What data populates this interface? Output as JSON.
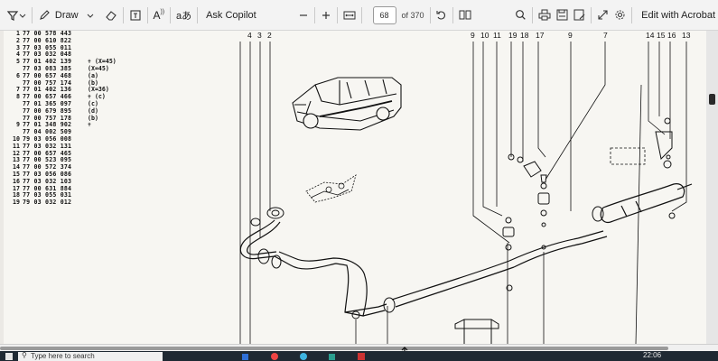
{
  "toolbar": {
    "draw_label": "Draw",
    "aa_label": "A",
    "translate_label": "aあ",
    "copilot_label": "Ask Copilot",
    "page_number": "68",
    "page_total": "of 370",
    "edit_acrobat_label": "Edit with Acrobat"
  },
  "parts_list": [
    {
      "idx": "1",
      "num": "77 00 578 443",
      "note": ""
    },
    {
      "idx": "2",
      "num": "77 00 610 822",
      "note": ""
    },
    {
      "idx": "3",
      "num": "77 03 055 011",
      "note": ""
    },
    {
      "idx": "4",
      "num": "77 03 032 048",
      "note": ""
    },
    {
      "idx": "5",
      "num": "77 01 402 139",
      "note": "✝ (X=45)"
    },
    {
      "idx": "",
      "num": "77 03 083 385",
      "note": "(X=45)"
    },
    {
      "idx": "6",
      "num": "77 00 657 468",
      "note": "(a)"
    },
    {
      "idx": "",
      "num": "77 00 757 174",
      "note": "(b)"
    },
    {
      "idx": "7",
      "num": "77 01 402 136",
      "note": "(X=36)"
    },
    {
      "idx": "8",
      "num": "77 00 657 466",
      "note": "✝ (c)"
    },
    {
      "idx": "",
      "num": "77 01 365 097",
      "note": "(c)"
    },
    {
      "idx": "",
      "num": "77 00 679 895",
      "note": "(d)"
    },
    {
      "idx": "",
      "num": "77 00 757 178",
      "note": "(b)"
    },
    {
      "idx": "9",
      "num": "77 01 348 902",
      "note": "✝"
    },
    {
      "idx": "",
      "num": "77 04 002 509",
      "note": ""
    },
    {
      "idx": "10",
      "num": "79 03 056 008",
      "note": ""
    },
    {
      "idx": "11",
      "num": "77 03 032 131",
      "note": ""
    },
    {
      "idx": "12",
      "num": "77 00 657 465",
      "note": ""
    },
    {
      "idx": "13",
      "num": "77 00 523 095",
      "note": ""
    },
    {
      "idx": "14",
      "num": "77 00 572 374",
      "note": ""
    },
    {
      "idx": "15",
      "num": "77 03 056 086",
      "note": ""
    },
    {
      "idx": "16",
      "num": "77 03 032 103",
      "note": ""
    },
    {
      "idx": "17",
      "num": "77 00 631 884",
      "note": ""
    },
    {
      "idx": "18",
      "num": "77 03 055 031",
      "note": ""
    },
    {
      "idx": "19",
      "num": "79 03 032 012",
      "note": ""
    }
  ],
  "callouts": {
    "c4": "4",
    "c3": "3",
    "c2": "2",
    "c9a": "9",
    "c10": "10",
    "c11": "11",
    "c19": "19",
    "c18": "18",
    "c17": "17",
    "c9b": "9",
    "c7": "7",
    "c14": "14",
    "c15": "15",
    "c16": "16",
    "c13": "13"
  },
  "taskbar": {
    "search_text": "Type here to search",
    "clock": "22:06"
  },
  "colors": {
    "toolbar_bg": "#f3f3f3",
    "page_bg": "#f7f6f2",
    "ink": "#111111",
    "taskbar_bg": "#1f2933"
  }
}
